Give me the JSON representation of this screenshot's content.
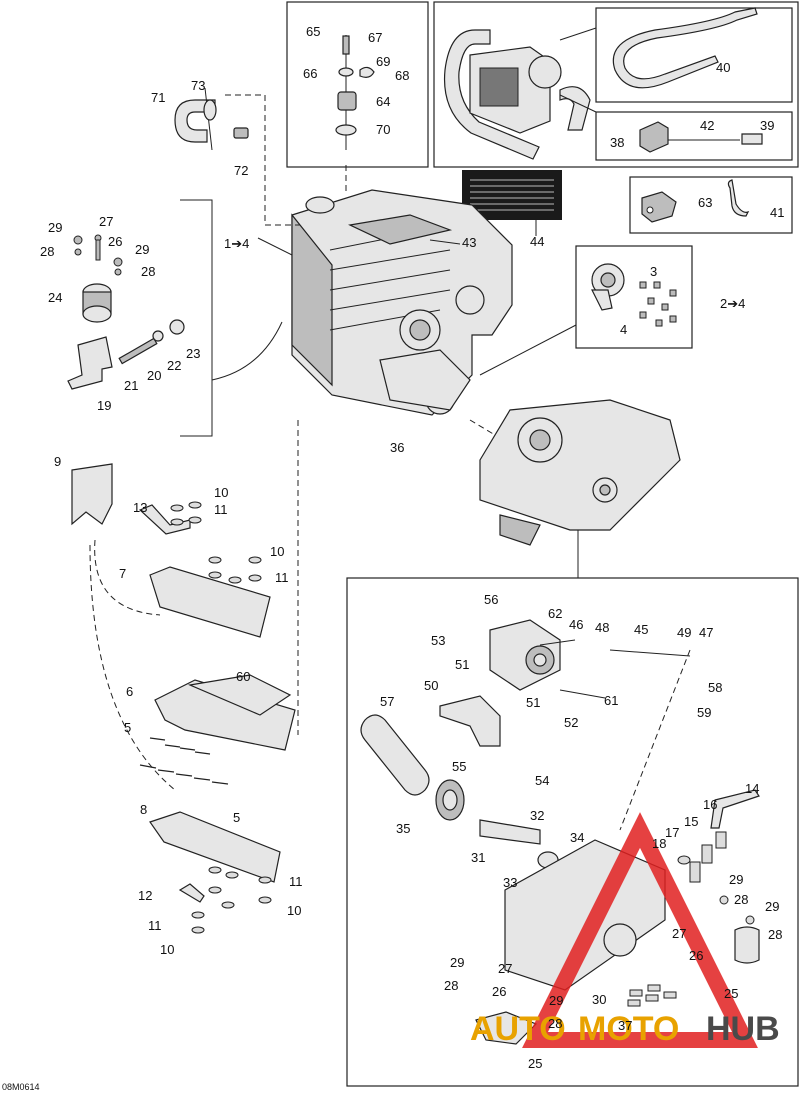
{
  "diagram_id": "08M0614",
  "callouts": {
    "c65": "65",
    "c67": "67",
    "c69": "69",
    "c66": "66",
    "c68": "68",
    "c64": "64",
    "c70": "70",
    "c73": "73",
    "c71": "71",
    "c72": "72",
    "c40": "40",
    "c42": "42",
    "c39": "39",
    "c38": "38",
    "c63": "63",
    "c41": "41",
    "c43": "43",
    "c44": "44",
    "c1to4": "1➔4",
    "c2to4": "2➔4",
    "c3": "3",
    "c4": "4",
    "c27a": "27",
    "c29a": "29",
    "c28a": "28",
    "c26a": "26",
    "c29b": "29",
    "c28b": "28",
    "c24": "24",
    "c19": "19",
    "c20": "20",
    "c21": "21",
    "c22": "22",
    "c23": "23",
    "c36": "36",
    "c9": "9",
    "c13": "13",
    "c10a": "10",
    "c11a": "11",
    "c10b": "10",
    "c11b": "11",
    "c7": "7",
    "c6": "6",
    "c60": "60",
    "c5a": "5",
    "c5b": "5",
    "c8": "8",
    "c11c": "11",
    "c12": "12",
    "c10c": "10",
    "c11d": "11",
    "c10d": "10",
    "c56": "56",
    "c62": "62",
    "c46": "46",
    "c48": "48",
    "c45": "45",
    "c49": "49",
    "c47": "47",
    "c53": "53",
    "c51a": "51",
    "c51b": "51",
    "c61": "61",
    "c58": "58",
    "c59": "59",
    "c50": "50",
    "c52": "52",
    "c57": "57",
    "c55": "55",
    "c54": "54",
    "c32": "32",
    "c35": "35",
    "c34": "34",
    "c31": "31",
    "c33": "33",
    "c14": "14",
    "c16": "16",
    "c15": "15",
    "c17": "17",
    "c18": "18",
    "c29c": "29",
    "c28c": "28",
    "c29d": "29",
    "c28d": "28",
    "c27b": "27",
    "c26b": "26",
    "c25a": "25",
    "c29e": "29",
    "c28e": "28",
    "c27c": "27",
    "c26c": "26",
    "c29f": "29",
    "c28f": "28",
    "c30": "30",
    "c37": "37",
    "c25b": "25"
  },
  "watermark": {
    "prefix": "AUTO",
    "middle": "MOTO",
    "suffix": "HUB",
    "colors": {
      "prefix": "#e8a200",
      "middle": "#e8a200",
      "suffix": "#4a4a4a",
      "triangle": "#e02020"
    }
  }
}
